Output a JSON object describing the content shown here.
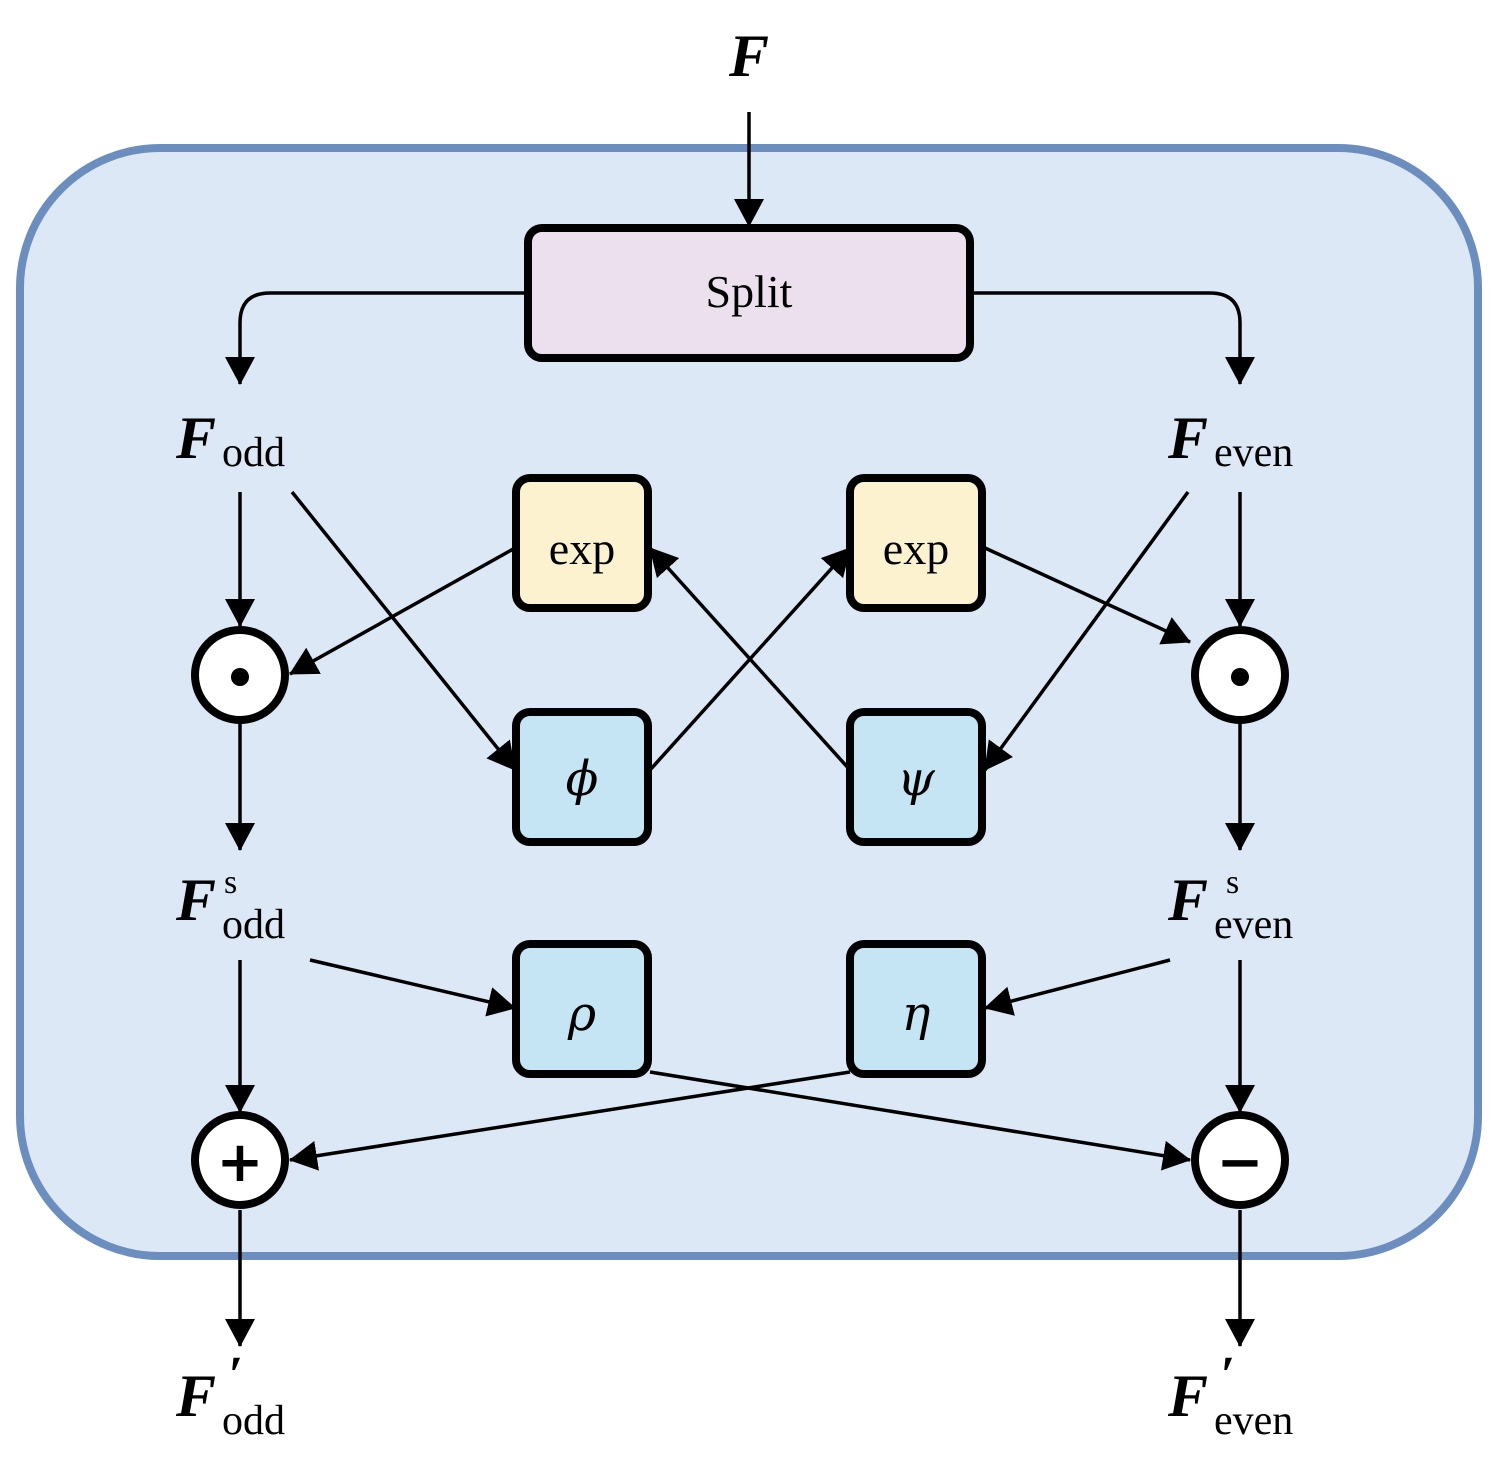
{
  "input_label": "F",
  "split_label": "Split",
  "labels": {
    "f_odd": {
      "main": "F",
      "sub": "odd"
    },
    "f_even": {
      "main": "F",
      "sub": "even"
    },
    "f_odd_s": {
      "main": "F",
      "sub": "odd",
      "sup": "s"
    },
    "f_even_s": {
      "main": "F",
      "sub": "even",
      "sup": "s"
    },
    "f_odd_out": {
      "main": "F",
      "sub": "odd",
      "sup": "′"
    },
    "f_even_out": {
      "main": "F",
      "sub": "even",
      "sup": "′"
    }
  },
  "exp_left": "exp",
  "exp_right": "exp",
  "phi": "ϕ",
  "psi": "ψ",
  "rho": "ρ",
  "eta": "η",
  "ops": {
    "mult_left": "•",
    "mult_right": "•",
    "add": "+",
    "sub": "−"
  },
  "colors": {
    "container_fill": "#dce8f5",
    "container_stroke": "#6c8ebf",
    "split_fill": "#ede0ee",
    "exp_fill": "#fdf2d0",
    "func_fill": "#c5e5f4",
    "op_fill": "#ffffff",
    "stroke": "#000000"
  }
}
